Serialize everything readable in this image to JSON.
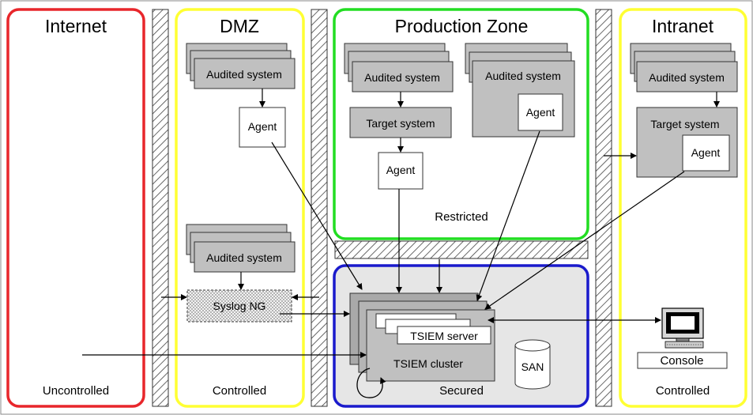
{
  "zones": {
    "internet": {
      "title": "Internet",
      "footer": "Uncontrolled",
      "color": "#e8262b"
    },
    "dmz": {
      "title": "DMZ",
      "footer": "Controlled",
      "color": "#ffff33"
    },
    "production": {
      "title": "Production Zone",
      "footer": "Restricted",
      "color": "#22dd22"
    },
    "secured": {
      "footer": "Secured",
      "color": "#1a1acc",
      "fill": "#e6e6e6"
    },
    "intranet": {
      "title": "Intranet",
      "footer": "Controlled",
      "color": "#ffff33"
    }
  },
  "labels": {
    "audited_system": "Audited system",
    "agent": "Agent",
    "target_system": "Target system",
    "syslog": "Syslog NG",
    "tsiem_server": "TSIEM server",
    "tsiem_cluster": "TSIEM cluster",
    "san": "SAN",
    "console": "Console"
  },
  "colors": {
    "box_gray": "#c0c0c0",
    "box_dark": "#a9a9a9",
    "agent": "#ffffff",
    "syslog_fill": "#f2f2f2"
  },
  "icons": [
    "console-monitor-icon",
    "san-cylinder-icon",
    "firewall-hatch"
  ]
}
